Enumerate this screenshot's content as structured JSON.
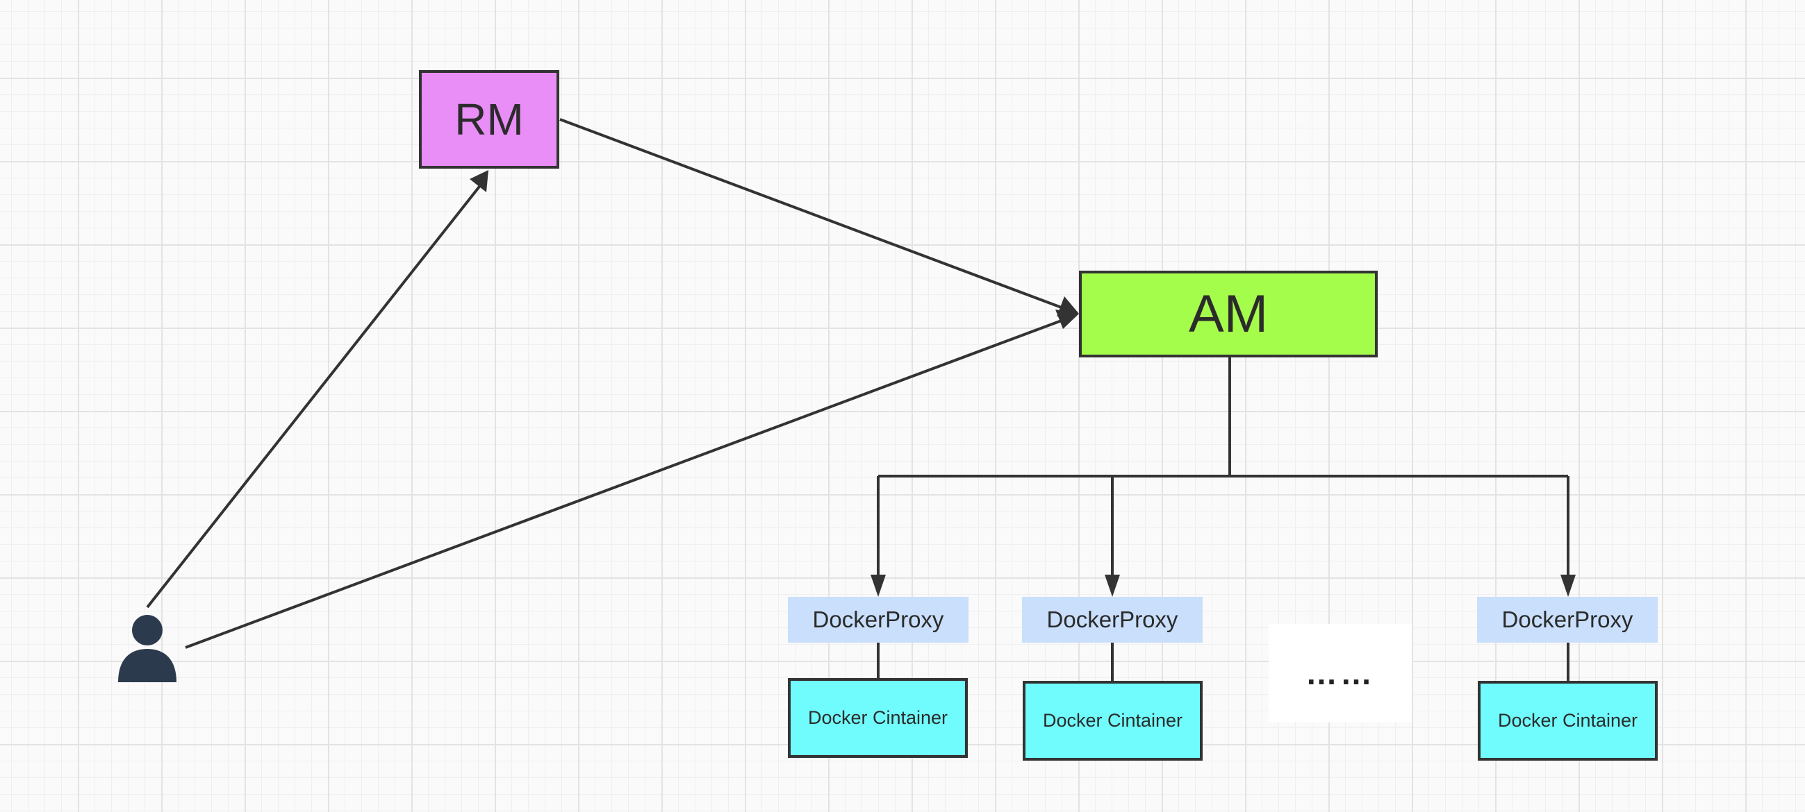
{
  "diagram": {
    "nodes": {
      "rm": {
        "label": "RM",
        "fill": "#e98ef7"
      },
      "am": {
        "label": "AM",
        "fill": "#a4fc4b"
      },
      "proxies": [
        {
          "label": "DockerProxy"
        },
        {
          "label": "DockerProxy"
        },
        {
          "label": "DockerProxy"
        }
      ],
      "containers": [
        {
          "label": "Docker Cintainer"
        },
        {
          "label": "Docker Cintainer"
        },
        {
          "label": "Docker Cintainer"
        }
      ],
      "ellipsis": "……",
      "user": {
        "icon": "user-icon",
        "fill": "#2b3a4d"
      }
    },
    "edges": [
      {
        "from": "user",
        "to": "RM",
        "arrow": true
      },
      {
        "from": "user",
        "to": "AM",
        "arrow": true
      },
      {
        "from": "RM",
        "to": "AM",
        "arrow": true
      },
      {
        "from": "AM",
        "to": "DockerProxy 1",
        "arrow": true
      },
      {
        "from": "AM",
        "to": "DockerProxy 2",
        "arrow": true
      },
      {
        "from": "AM",
        "to": "DockerProxy 3",
        "arrow": true
      },
      {
        "from": "DockerProxy 1",
        "to": "Docker Cintainer 1",
        "arrow": false
      },
      {
        "from": "DockerProxy 2",
        "to": "Docker Cintainer 2",
        "arrow": false
      },
      {
        "from": "DockerProxy 3",
        "to": "Docker Cintainer 3",
        "arrow": false
      }
    ],
    "colors": {
      "stroke": "#333333",
      "proxy_fill": "#c9dffb",
      "container_fill": "#70fcfc",
      "grid": "#e3e3e3"
    }
  }
}
